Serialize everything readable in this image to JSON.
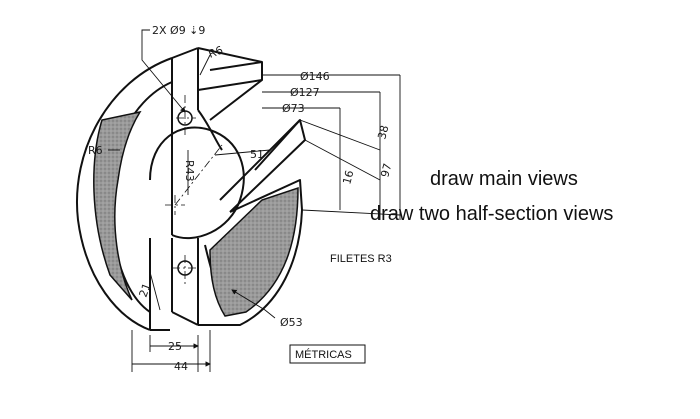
{
  "dimensions": {
    "holes": "2X Ø9 ⇣9",
    "fillet_top": "R6",
    "d146": "Ø146",
    "d127": "Ø127",
    "d73": "Ø73",
    "r43": "R43",
    "len51": "51",
    "v38": "38",
    "v16": "16",
    "v97": "97",
    "fillet_left": "R6",
    "len21": "21",
    "d53": "Ø53",
    "w25": "25",
    "w44": "44"
  },
  "labels": {
    "fillets": "FILETES R3",
    "units": "MÉTRICAS"
  },
  "instructions": {
    "line1": "draw main views",
    "line2": "draw two half-section views"
  },
  "colors": {
    "ink": "#111111",
    "section_fill": "#8c8c8c",
    "background": "#ffffff"
  }
}
